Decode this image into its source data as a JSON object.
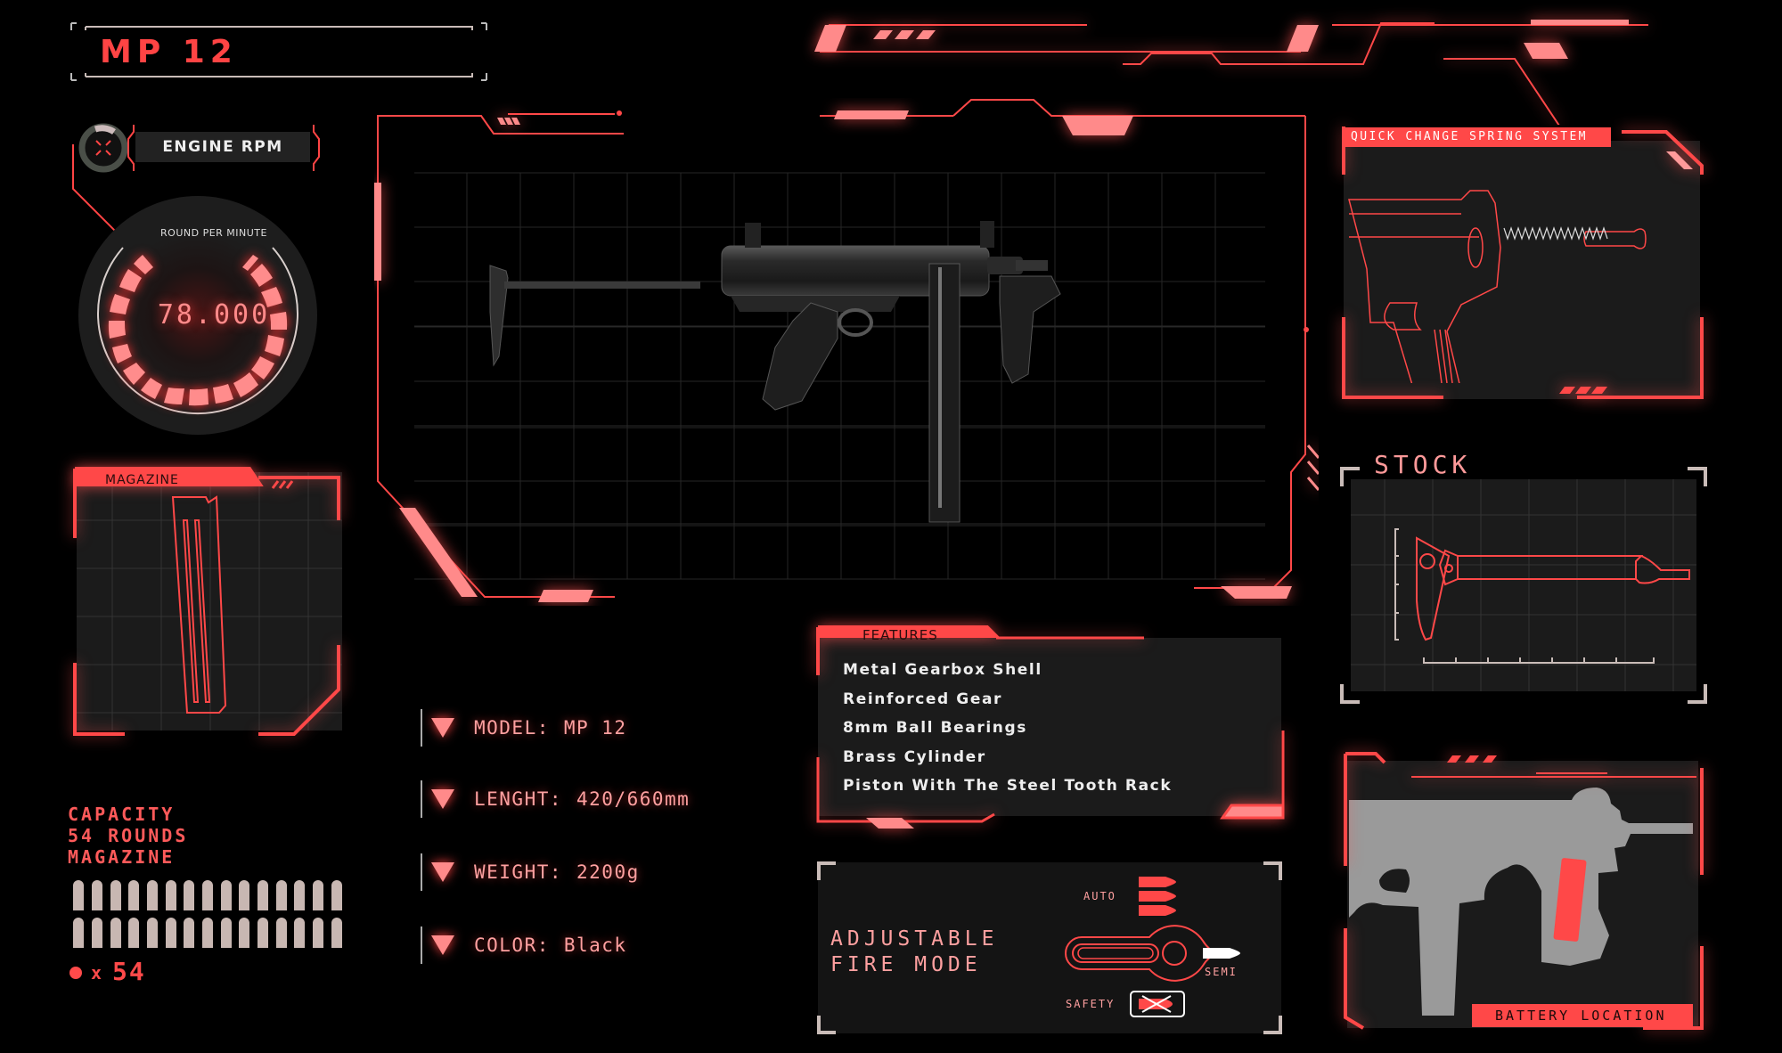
{
  "header": {
    "title": "MP 12"
  },
  "engine": {
    "label": "ENGINE RPM",
    "gauge_caption": "ROUND PER MINUTE",
    "gauge_value": "78.000",
    "segments_lit": 18
  },
  "magazine_panel": {
    "tab_label": "MAGAZINE"
  },
  "capacity": {
    "line1": "CAPACITY",
    "line2": "54 ROUNDS",
    "line3": "MAGAZINE",
    "bullet_rows": 2,
    "bullets_per_row": 15,
    "count_prefix": "x",
    "count": "54"
  },
  "specs": [
    {
      "key": "MODEL:",
      "value": "MP 12"
    },
    {
      "key": "LENGHT:",
      "value": "420/660mm"
    },
    {
      "key": "WEIGHT:",
      "value": "2200g"
    },
    {
      "key": "COLOR:",
      "value": "Black"
    }
  ],
  "features": {
    "tab_label": "FEATURES",
    "items": [
      "Metal Gearbox Shell",
      "Reinforced Gear",
      "8mm Ball Bearings",
      "Brass Cylinder",
      "Piston With The Steel Tooth Rack"
    ]
  },
  "fire_mode": {
    "title_line1": "ADJUSTABLE",
    "title_line2": "FIRE MODE",
    "auto_label": "AUTO",
    "semi_label": "SEMI",
    "safety_label": "SAFETY"
  },
  "right_panels": {
    "spring_title": "QUICK CHANGE SPRING SYSTEM",
    "stock_title": "STOCK",
    "battery_title": "BATTERY LOCATION"
  },
  "colors": {
    "accent": "#ff4848",
    "accent_light": "#ff9a9a",
    "panel_bg": "#1b1b1b",
    "background": "#000000",
    "silhouette": "#9a9a9a"
  }
}
